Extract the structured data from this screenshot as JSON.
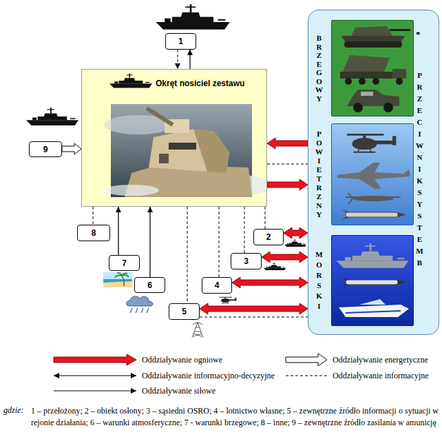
{
  "diagram": {
    "nodes": [
      {
        "text": [
          "1"
        ]
      },
      {
        "text": [
          "Okręt nosiciel zestawu"
        ]
      },
      {
        "text": [
          "9"
        ]
      },
      {
        "text": [
          "PRZECIWNIK SYSTEM B"
        ]
      },
      {
        "text": [
          "BRZEGOWY"
        ],
        "in": 3
      },
      {
        "text": [
          "POWIETRZNY"
        ],
        "in": 3
      },
      {
        "text": [
          "MORSKI"
        ],
        "in": 3
      },
      {
        "text": [
          "2"
        ]
      },
      {
        "text": [
          "3"
        ]
      },
      {
        "text": [
          "4"
        ]
      },
      {
        "text": [
          "5"
        ]
      },
      {
        "text": [
          "6"
        ]
      },
      {
        "text": [
          "7"
        ]
      },
      {
        "text": [
          "8"
        ]
      }
    ],
    "edges": [
      {
        "from": 0,
        "to": 1,
        "arrow": "to"
      },
      {
        "from": 1,
        "to": 0,
        "arrow": "to"
      },
      {
        "from": 2,
        "to": 1,
        "arrow": "to"
      },
      {
        "from": 3,
        "to": 1,
        "arrow": "to"
      },
      {
        "from": 1,
        "to": 3,
        "arrow": "none"
      },
      {
        "from": 1,
        "to": 3,
        "arrow": "to"
      },
      {
        "from": 1,
        "to": 7,
        "arrow": "none"
      },
      {
        "from": 7,
        "to": 3,
        "arrow": "both"
      },
      {
        "from": 1,
        "to": 8,
        "arrow": "none"
      },
      {
        "from": 8,
        "to": 3,
        "arrow": "both"
      },
      {
        "from": 1,
        "to": 9,
        "arrow": "none"
      },
      {
        "from": 9,
        "to": 3,
        "arrow": "both"
      },
      {
        "from": 1,
        "to": 10,
        "arrow": "none"
      },
      {
        "from": 10,
        "to": 3,
        "arrow": "both"
      },
      {
        "from": 10,
        "to": 3,
        "arrow": "none"
      },
      {
        "from": 11,
        "to": 1,
        "arrow": "to"
      },
      {
        "from": 12,
        "to": 1,
        "arrow": "to"
      },
      {
        "from": 1,
        "to": 13,
        "arrow": "none"
      }
    ],
    "labels": [
      "*",
      "gdzie:",
      "1 – przełożony; 2 – obiekt osłony; 3 – sąsiedni OSRO; 4 – lotnictwo własne; 5 – zewnętrzne źródło informacji o sytuacji w rejonie działania; 6 – warunki atmosferyczne; 7 - warunki brzegowe; 8 – inne; 9 – zewnętrzne źródło zasilania w amunicję"
    ],
    "legend": [
      {
        "text": "Oddziaływanie ogniowe"
      },
      {
        "text": "Oddziaływanie energetyczne"
      },
      {
        "text": "Oddziaływanie informacyjno-decyzyjne"
      },
      {
        "text": "Oddziaływanie informacyjne"
      },
      {
        "text": "Oddziaływanie siłowe"
      }
    ]
  }
}
